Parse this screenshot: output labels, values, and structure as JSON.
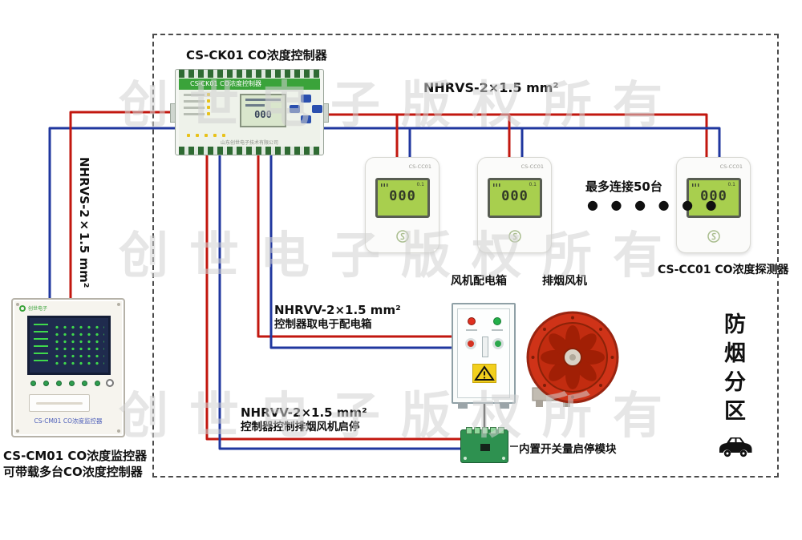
{
  "colors": {
    "wire_red": "#c2170f",
    "wire_blue": "#20379f",
    "wire_black": "#222222",
    "accent_green": "#3aa33a",
    "lcd_green": "#a8cf4e",
    "fan_red": "#cf3318",
    "watermark": "#d2d2d2"
  },
  "watermark": {
    "text": "创世电子版权所有"
  },
  "labels": {
    "controller_title": "CS-CK01 CO浓度控制器",
    "top_cable": "NHRVS-2×1.5 mm²",
    "left_cable": "NHRVS-2×1.5 mm²",
    "max_connect": "最多连接50台",
    "dots": "● ● ● ● ● ●",
    "detector_label": "CS-CC01 CO浓度探测器",
    "fanbox_label": "风机配电箱",
    "fan_label": "排烟风机",
    "nhrvv_power_1": "NHRVV-2×1.5 mm²",
    "nhrvv_power_2": "控制器取电于配电箱",
    "nhrvv_ctrl_1": "NHRVV-2×1.5 mm²",
    "nhrvv_ctrl_2": "控制器控制排烟风机启停",
    "module_label": "内置开关量启停模块",
    "zone": "防烟分区",
    "monitor_caption_1": "CS-CM01 CO浓度监控器",
    "monitor_caption_2": "可带载多台CO浓度控制器"
  },
  "controller": {
    "header": "CS-CK01 CO浓度控制器",
    "lcd_value": "000",
    "footer": "山东创世电子技术有限公司"
  },
  "detector": {
    "model": "CS-CC01",
    "lcd_small": "0.1",
    "lcd_value": "000"
  },
  "monitor": {
    "logo_text": "创世电子",
    "device_label": "CS-CM01 CO浓度监控器"
  }
}
